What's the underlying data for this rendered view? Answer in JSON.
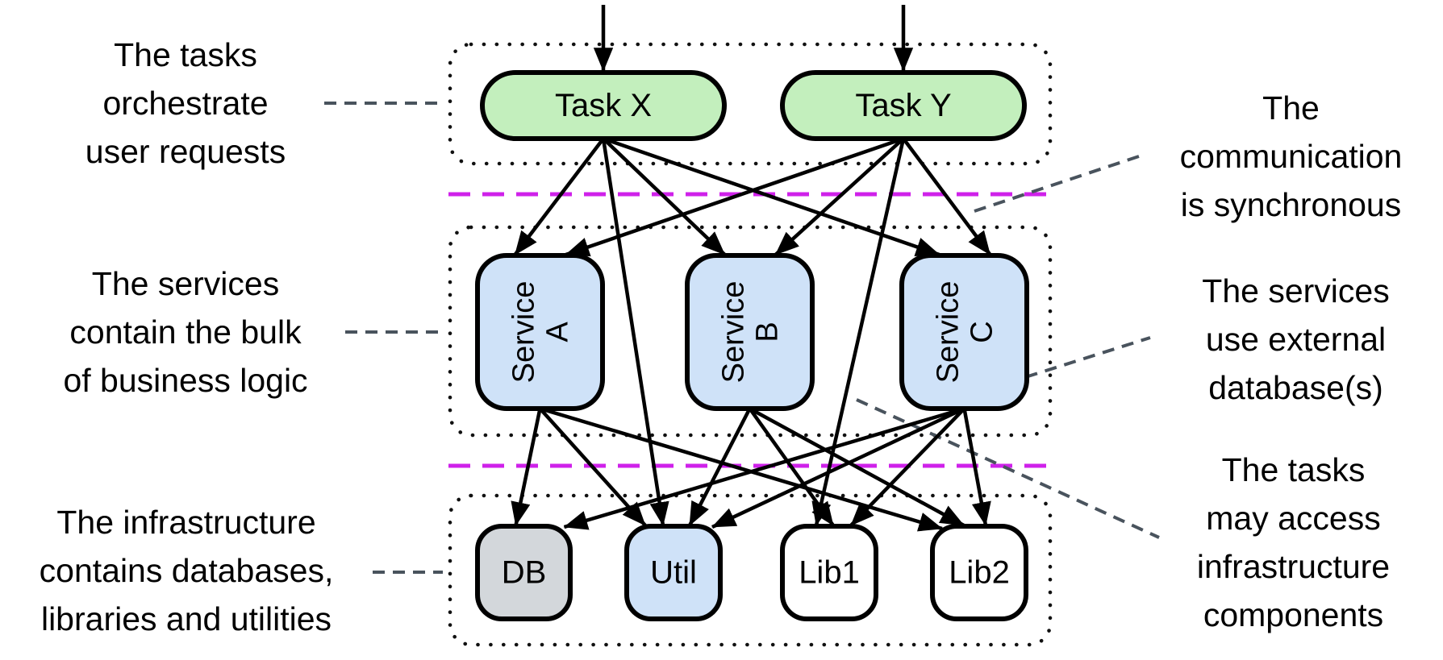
{
  "diagram": {
    "layers": [
      {
        "id": "tasks",
        "nodes": [
          {
            "id": "taskX",
            "label": "Task X",
            "fill": "#c3efbd"
          },
          {
            "id": "taskY",
            "label": "Task Y",
            "fill": "#c3efbd"
          }
        ]
      },
      {
        "id": "services",
        "nodes": [
          {
            "id": "serviceA",
            "label": "Service A",
            "lines": [
              "Service",
              "A"
            ],
            "fill": "#cfe2f8"
          },
          {
            "id": "serviceB",
            "label": "Service B",
            "lines": [
              "Service",
              "B"
            ],
            "fill": "#cfe2f8"
          },
          {
            "id": "serviceC",
            "label": "Service C",
            "lines": [
              "Service",
              "C"
            ],
            "fill": "#cfe2f8"
          }
        ]
      },
      {
        "id": "infrastructure",
        "nodes": [
          {
            "id": "db",
            "label": "DB",
            "fill": "#d3d7db"
          },
          {
            "id": "util",
            "label": "Util",
            "fill": "#cfe2f8"
          },
          {
            "id": "lib1",
            "label": "Lib1",
            "fill": "#ffffff"
          },
          {
            "id": "lib2",
            "label": "Lib2",
            "fill": "#ffffff"
          }
        ]
      }
    ],
    "edges": [
      {
        "from": "external",
        "to": "taskX"
      },
      {
        "from": "external",
        "to": "taskY"
      },
      {
        "from": "taskX",
        "to": "serviceA"
      },
      {
        "from": "taskX",
        "to": "serviceB"
      },
      {
        "from": "taskX",
        "to": "serviceC"
      },
      {
        "from": "taskY",
        "to": "serviceA"
      },
      {
        "from": "taskY",
        "to": "serviceB"
      },
      {
        "from": "taskY",
        "to": "serviceC"
      },
      {
        "from": "taskX",
        "to": "util"
      },
      {
        "from": "taskY",
        "to": "lib1"
      },
      {
        "from": "serviceA",
        "to": "db"
      },
      {
        "from": "serviceA",
        "to": "util"
      },
      {
        "from": "serviceA",
        "to": "lib2"
      },
      {
        "from": "serviceB",
        "to": "util"
      },
      {
        "from": "serviceB",
        "to": "lib1"
      },
      {
        "from": "serviceB",
        "to": "lib2"
      },
      {
        "from": "serviceC",
        "to": "db"
      },
      {
        "from": "serviceC",
        "to": "util"
      },
      {
        "from": "serviceC",
        "to": "lib1"
      },
      {
        "from": "serviceC",
        "to": "lib2"
      }
    ]
  },
  "annotations": {
    "left": [
      {
        "id": "tasks-note",
        "lines": [
          "The tasks",
          "orchestrate",
          "user requests"
        ]
      },
      {
        "id": "services-note",
        "lines": [
          "The services",
          "contain the bulk",
          "of business logic"
        ]
      },
      {
        "id": "infrastructure-note",
        "lines": [
          "The infrastructure",
          "contains databases,",
          "libraries and utilities"
        ]
      }
    ],
    "right": [
      {
        "id": "synchronous-note",
        "lines": [
          "The",
          "communication",
          "is synchronous"
        ]
      },
      {
        "id": "external-db-note",
        "lines": [
          "The services",
          "use external",
          "database(s)"
        ]
      },
      {
        "id": "tasks-infra-note",
        "lines": [
          "The tasks",
          "may access",
          "infrastructure",
          "components"
        ]
      }
    ]
  },
  "colors": {
    "task_fill": "#c3efbd",
    "service_fill": "#cfe2f8",
    "db_fill": "#d3d7db",
    "lib_fill": "#ffffff",
    "node_stroke": "#000000",
    "arrow": "#000000",
    "dotted_border": "#111111",
    "separator": "#cf21ea",
    "connector": "#49535d",
    "text": "#000000"
  }
}
